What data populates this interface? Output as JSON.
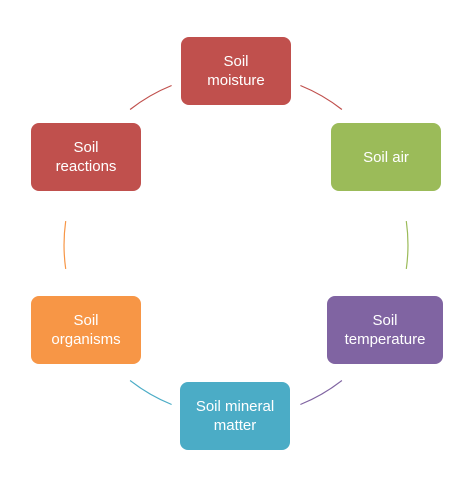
{
  "nodes": [
    {
      "id": "soil-moisture",
      "label": "Soil\nmoisture",
      "color": "#c0504d",
      "edge_color": "#c0504d"
    },
    {
      "id": "soil-air",
      "label": "Soil air",
      "color": "#9bbb59",
      "edge_color": "#9bbb59"
    },
    {
      "id": "soil-temperature",
      "label": "Soil\ntemperature",
      "color": "#8064a2",
      "edge_color": "#8064a2"
    },
    {
      "id": "soil-mineral-matter",
      "label": "Soil mineral\nmatter",
      "color": "#4bacc6",
      "edge_color": "#4bacc6"
    },
    {
      "id": "soil-organisms",
      "label": "Soil\norganisms",
      "color": "#f79646",
      "edge_color": "#f79646"
    },
    {
      "id": "soil-reactions",
      "label": "Soil\nreactions",
      "color": "#c0504d",
      "edge_color": "#c0504d"
    }
  ]
}
